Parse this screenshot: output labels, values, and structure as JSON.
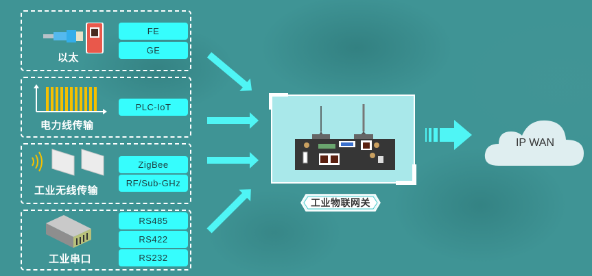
{
  "groups": [
    {
      "label": "以太",
      "icon": "ethernet-cable-icon",
      "protocols": [
        "FE",
        "GE"
      ]
    },
    {
      "label": "电力线传输",
      "icon": "powerline-signal-icon",
      "protocols": [
        "PLC-IoT"
      ]
    },
    {
      "label": "工业无线传输",
      "icon": "wireless-wall-icon",
      "protocols": [
        "ZigBee",
        "RF/Sub-GHz"
      ]
    },
    {
      "label": "工业串口",
      "icon": "serial-module-icon",
      "protocols": [
        "RS485",
        "RS422",
        "RS232"
      ]
    }
  ],
  "gateway": {
    "label": "工业物联网关",
    "icon": "gateway-device-icon"
  },
  "cloud": {
    "label": "IP WAN",
    "icon": "cloud-icon"
  },
  "colors": {
    "background": "#3f9495",
    "accent": "#36fdfd",
    "arrow": "#4ff5f5",
    "panel": "#a9e8ea"
  }
}
